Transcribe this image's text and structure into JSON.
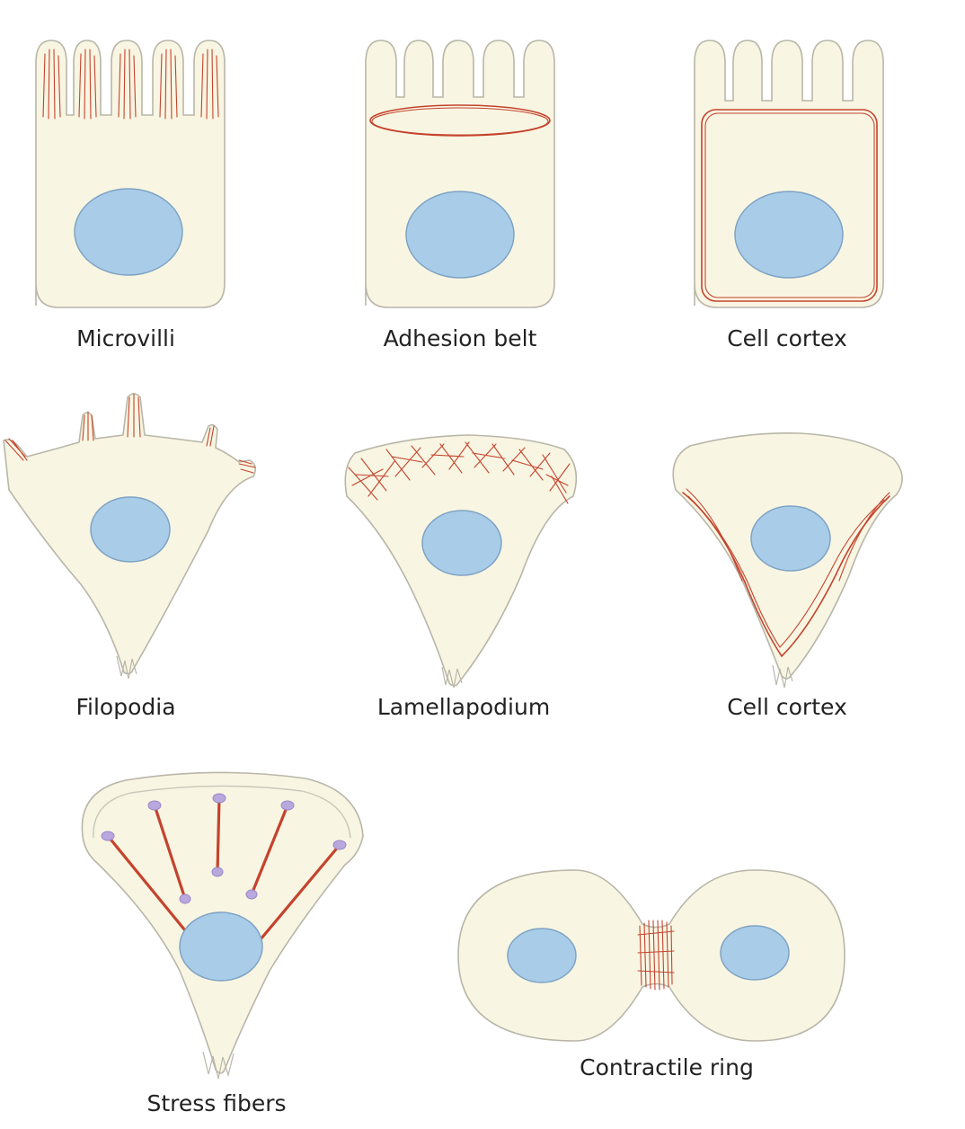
{
  "labels": {
    "microvilli": "Microvilli",
    "adhesion_belt": "Adhesion belt",
    "cell_cortex_top": "Cell cortex",
    "filopodia": "Filopodia",
    "lamellapodium": "Lamellapodium",
    "cell_cortex_middle": "Cell cortex",
    "stress_fibers": "Stress fibers",
    "contractile_ring": "Contractile ring"
  },
  "colors": {
    "cytoplasm": "#f8f6e2",
    "nucleus": "#a9cde9",
    "actin": "#c5432e",
    "focal_adhesion": "#b9a8de"
  }
}
